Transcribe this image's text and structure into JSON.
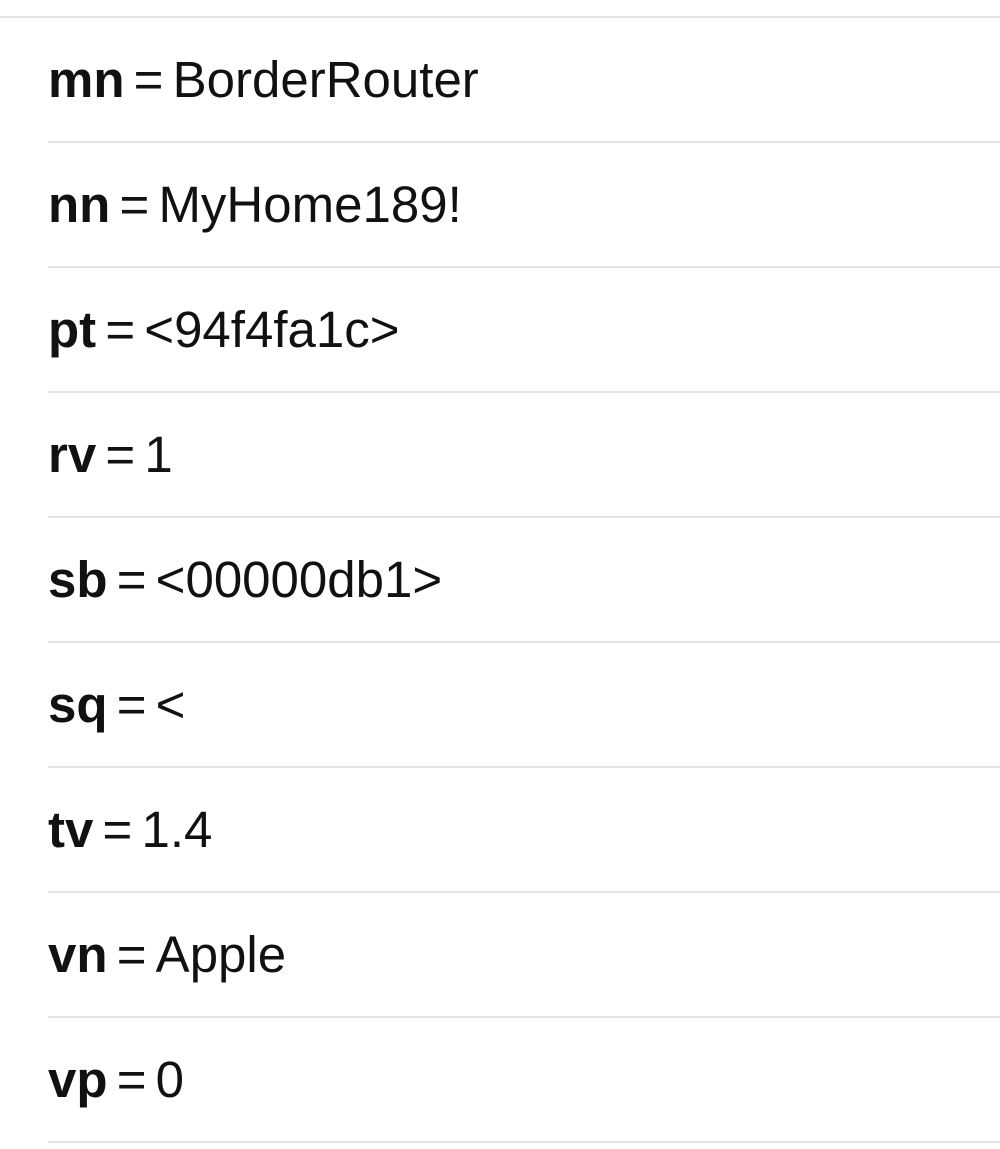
{
  "records": [
    {
      "key": "mn",
      "eq": "=",
      "value": "BorderRouter"
    },
    {
      "key": "nn",
      "eq": "=",
      "value": "MyHome189!"
    },
    {
      "key": "pt",
      "eq": "=",
      "value": "<94f4fa1c>"
    },
    {
      "key": "rv",
      "eq": "=",
      "value": "1"
    },
    {
      "key": "sb",
      "eq": "=",
      "value": "<00000db1>"
    },
    {
      "key": "sq",
      "eq": "=",
      "value": "<"
    },
    {
      "key": "tv",
      "eq": "=",
      "value": "1.4"
    },
    {
      "key": "vn",
      "eq": "=",
      "value": "Apple"
    },
    {
      "key": "vp",
      "eq": "=",
      "value": "0"
    }
  ]
}
